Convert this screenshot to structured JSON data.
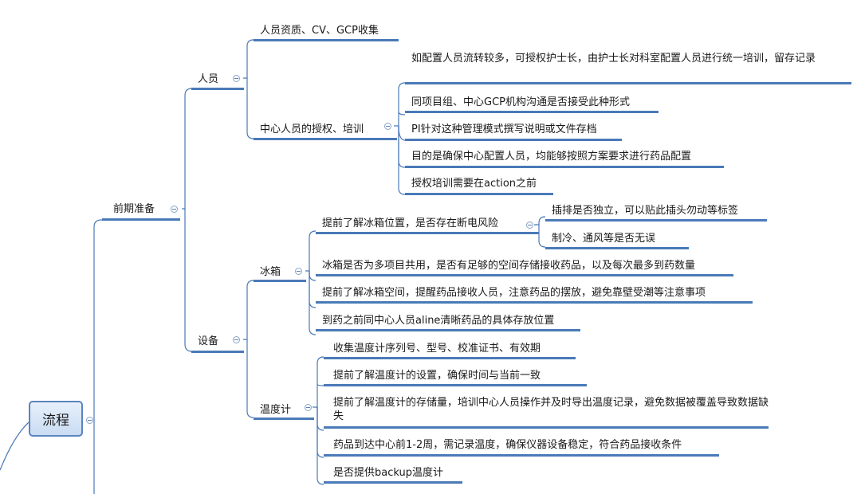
{
  "mindmap": {
    "root": {
      "label": "流程"
    },
    "branch_qianqi": {
      "label": "前期准备"
    },
    "renyuan": {
      "label": "人员",
      "item_zizhi": "人员资质、CV、GCP收集",
      "shouquan": {
        "label": "中心人员的授权、培训",
        "items": [
          "如配置人员流转较多，可授权护士长，由护士长对科室配置人员进行统一培训，留存记录",
          "同项目组、中心GCP机构沟通是否接受此种形式",
          "PI针对这种管理模式撰写说明或文件存档",
          "目的是确保中心配置人员，均能够按照方案要求进行药品配置",
          "授权培训需要在action之前"
        ]
      }
    },
    "shebei": {
      "label": "设备",
      "bingxiang": {
        "label": "冰箱",
        "weizhi": {
          "label": "提前了解冰箱位置，是否存在断电风险",
          "items": [
            "插排是否独立，可以贴此插头勿动等标签",
            "制冷、通风等是否无误"
          ]
        },
        "items": [
          "冰箱是否为多项目共用，是否有足够的空间存储接收药品，以及每次最多到药数量",
          "提前了解冰箱空间，提醒药品接收人员，注意药品的摆放，避免靠壁受潮等注意事项",
          "到药之前同中心人员aline清晰药品的具体存放位置"
        ]
      },
      "wenduji": {
        "label": "温度计",
        "items": [
          "收集温度计序列号、型号、校准证书、有效期",
          "提前了解温度计的设置，确保时间与当前一致",
          "提前了解温度计的存储量，培训中心人员操作并及时导出温度记录，避免数据被覆盖导致数据缺失",
          "药品到达中心前1-2周，需记录温度，确保仪器设备稳定，符合药品接收条件",
          "是否提供backup温度计"
        ]
      }
    }
  },
  "colors": {
    "line": "#4a7ab8",
    "root_border": "#5b84bd"
  }
}
